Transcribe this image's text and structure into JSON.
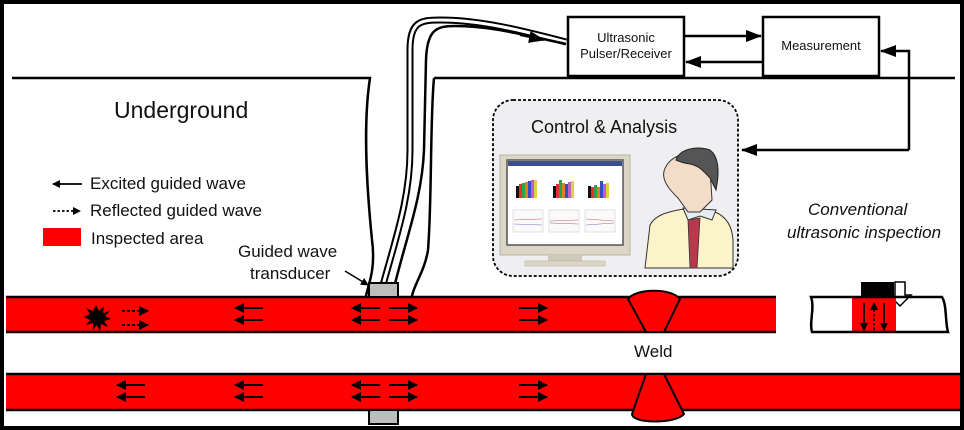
{
  "figure": {
    "region_label": "Underground",
    "legend": {
      "excited": "Excited guided wave",
      "reflected": "Reflected guided wave",
      "inspected": "Inspected area"
    },
    "transducer_label_line1": "Guided wave",
    "transducer_label_line2": "transducer",
    "pulser_line1": "Ultrasonic",
    "pulser_line2": "Pulser/Receiver",
    "measurement": "Measurement",
    "control": "Control & Analysis",
    "weld": "Weld",
    "conventional_line1": "Conventional",
    "conventional_line2": "ultrasonic inspection",
    "colors": {
      "pipe_red": "#ff0000",
      "transducer_gray": "#bdbdbd",
      "panel_gray": "#efeff1",
      "line": "#000000",
      "background": "#ffffff"
    }
  }
}
